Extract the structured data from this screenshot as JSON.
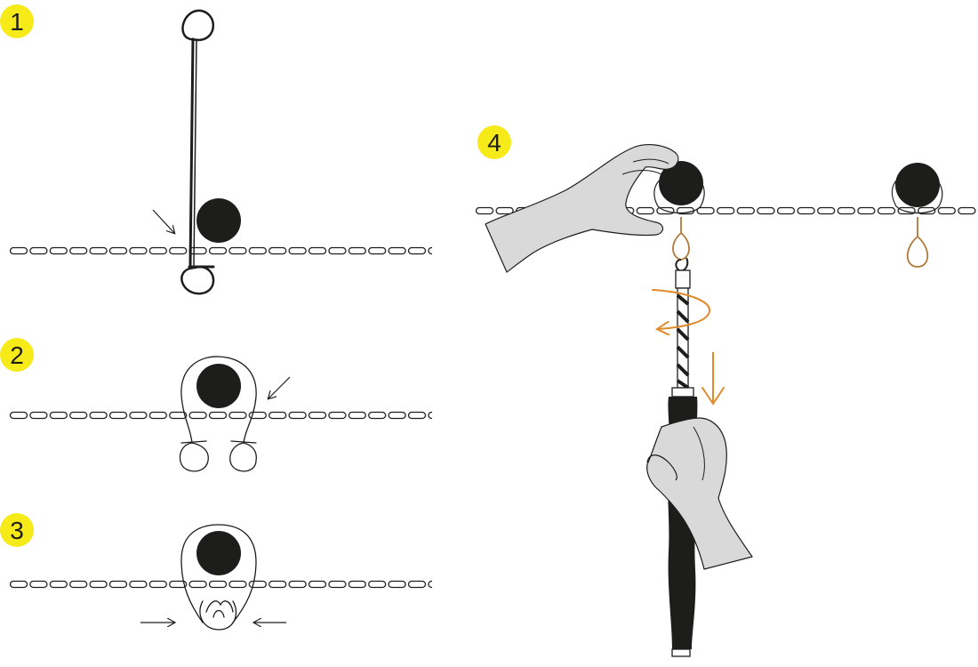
{
  "steps": [
    {
      "number": "1"
    },
    {
      "number": "2"
    },
    {
      "number": "3"
    },
    {
      "number": "4"
    }
  ],
  "colors": {
    "badge": "#f6ea19",
    "ink": "#1d1d1b",
    "hand": "#d9d9d9",
    "accent": "#e08a2c",
    "wire_brown": "#b07a3a"
  },
  "icons": [
    "tie-wire-icon",
    "rebar-dot-icon",
    "mesh-wire-icon",
    "arrow-icon",
    "hand-icon",
    "twister-tool-icon",
    "rotate-arrow-icon"
  ]
}
